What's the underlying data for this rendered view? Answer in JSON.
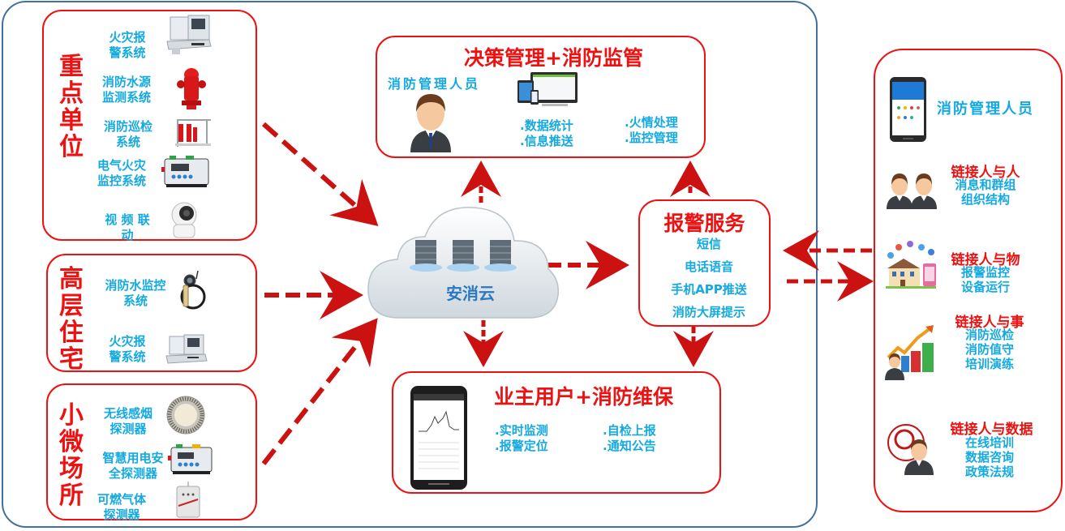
{
  "diagram": {
    "cloud": {
      "label": "安消云"
    },
    "sources": [
      {
        "title": "重点单位",
        "items": [
          {
            "label_lines": [
              "火灾报",
              "警系统"
            ],
            "icon": "fire-alarm-console-icon"
          },
          {
            "label_lines": [
              "消防水源",
              "监测系统"
            ],
            "icon": "fire-hydrant-icon"
          },
          {
            "label_lines": [
              "消防巡检",
              "系统"
            ],
            "icon": "pump-system-icon"
          },
          {
            "label_lines": [
              "电气火灾",
              "监控系统"
            ],
            "icon": "electrical-monitor-icon"
          },
          {
            "label_lines": [
              "视 频 联",
              "动"
            ],
            "icon": "camera-icon"
          }
        ]
      },
      {
        "title": "高层住宅",
        "items": [
          {
            "label_lines": [
              "消防水监控",
              "系统"
            ],
            "icon": "water-pressure-sensor-icon"
          },
          {
            "label_lines": [
              "火灾报",
              "警系统"
            ],
            "icon": "fire-alarm-console-icon"
          }
        ]
      },
      {
        "title": "小微场所",
        "items": [
          {
            "label_lines": [
              "无线感烟",
              "探测器"
            ],
            "icon": "smoke-detector-icon"
          },
          {
            "label_lines": [
              "智慧用电安",
              "全探测器"
            ],
            "icon": "electrical-monitor-icon"
          },
          {
            "label_lines": [
              "可燃气体",
              "探测器"
            ],
            "icon": "gas-detector-icon"
          }
        ]
      }
    ],
    "decision_box": {
      "title": "决策管理+消防监管",
      "role": "消防管理人员",
      "col1": [
        ".数据统计",
        ".信息推送"
      ],
      "col2": [
        ".火情处理",
        ".监控管理"
      ]
    },
    "alarm_box": {
      "title": "报警服务",
      "items": [
        "短信",
        "电话语音",
        "手机APP推送",
        "消防大屏提示"
      ]
    },
    "owner_box": {
      "title": "业主用户+消防维保",
      "col1": [
        ".实时监测",
        ".报警定位"
      ],
      "col2": [
        ".自检上报",
        ".通知公告"
      ]
    },
    "right_panel": {
      "header": "消防管理人员",
      "groups": [
        {
          "title": "链接人与人",
          "lines": [
            "消息和群组",
            "组织结构"
          ],
          "icon": "two-people-icon"
        },
        {
          "title": "链接人与物",
          "lines": [
            "报警监控",
            "设备运行"
          ],
          "icon": "smart-building-icon"
        },
        {
          "title": "链接人与事",
          "lines": [
            "消防巡检",
            "消防值守",
            "培训演练"
          ],
          "icon": "growth-chart-person-icon"
        },
        {
          "title": "链接人与数据",
          "lines": [
            "在线培训",
            "数据咨询",
            "政策法规"
          ],
          "icon": "target-person-icon"
        }
      ]
    },
    "colors": {
      "frame": "#41729f",
      "box_border": "#ee1111",
      "arrow": "#cc1111",
      "title_red": "#ee1111",
      "text_cyan": "#14a9e1",
      "cloud_text": "#2a78c0"
    }
  }
}
